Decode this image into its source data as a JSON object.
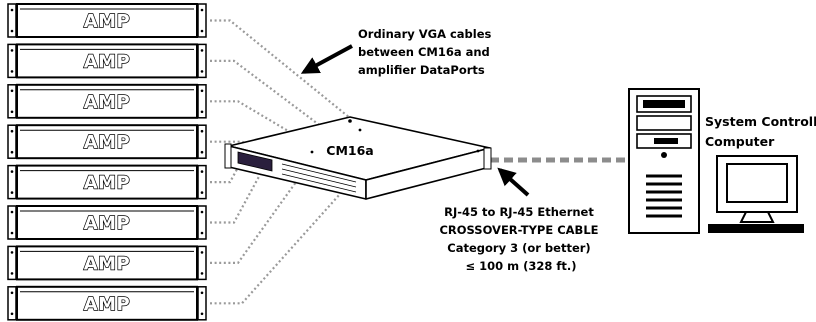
{
  "amplifiers": {
    "label": "AMP",
    "count": 8
  },
  "cm16a": {
    "label": "CM16a"
  },
  "vga_callout": {
    "lines": [
      "Ordinary VGA cables",
      "between CM16a and",
      "amplifier DataPorts"
    ]
  },
  "ethernet_callout": {
    "lines": [
      "RJ-45 to RJ-45 Ethernet",
      "CROSSOVER-TYPE CABLE",
      "Category 3 (or better)",
      "≤ 100 m (328 ft.)"
    ]
  },
  "computer": {
    "lines": [
      "System Controller",
      "Computer"
    ]
  },
  "colors": {
    "line": "#000000",
    "dotted_cable": "#9a9a9a",
    "ethernet_cable": "#8c8c8c",
    "cm16a_panel": "#2a1f3d"
  }
}
